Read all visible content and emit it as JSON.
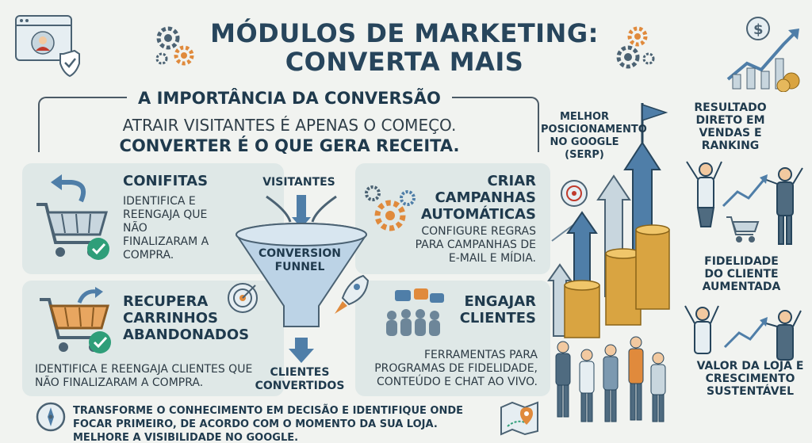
{
  "header": {
    "title_line1": "MÓDULOS DE MARKETING:",
    "title_line2": "CONVERTA MAIS"
  },
  "intro": {
    "heading": "A IMPORTÂNCIA DA CONVERSÃO",
    "line1": "ATRAIR VISITANTES É APENAS O COMEÇO.",
    "line2": "CONVERTER É O QUE GERA RECEITA."
  },
  "cards": {
    "conifitas": {
      "title": "CONIFITAS",
      "desc": "IDENTIFICA E REENGAJA QUE NÃO FINALIZARAM A COMPRA."
    },
    "recupera": {
      "title": "RECUPERA CARRINHOS ABANDONADOS",
      "desc": "IDENTIFICA E REENGAJA CLIENTES QUE NÃO FINALIZARAM A COMPRA."
    },
    "campanhas": {
      "title": "CRIAR CAMPANHAS AUTOMÁTICAS",
      "desc": "CONFIGURE REGRAS PARA CAMPANHAS DE E-MAIL E MÍDIA."
    },
    "engajar": {
      "title": "ENGAJAR CLIENTES",
      "desc": "FERRAMENTAS PARA PROGRAMAS DE FIDELIDADE, CONTEÚDO E CHAT AO VIVO."
    }
  },
  "funnel": {
    "top_label": "VISITANTES",
    "center_label": "CONVERSION FUNNEL",
    "bottom_label": "CLIENTES CONVERTIDOS"
  },
  "footer": {
    "text": "TRANSFORME O CONHECIMENTO EM DECISÃO E IDENTIFIQUE ONDE FOCAR PRIMEIRO, DE ACORDO COM O MOMENTO DA SUA LOJA. MELHORE A VISIBILIDADE NO GOOGLE."
  },
  "results": {
    "seo": "MELHOR POSICIONAMENTO NO GOOGLE (SERP)",
    "sales": "RESULTADO DIRETO EM VENDAS E RANKING",
    "loyalty": "FIDELIDADE DO CLIENTE AUMENTADA",
    "growth": "VALOR DA LOJA E CRESCIMENTO SUSTENTÁVEL"
  },
  "colors": {
    "accent_blue": "#4f7ea8",
    "accent_orange": "#e08a3c",
    "gold": "#d9a441",
    "check_green": "#2f9e79"
  },
  "icons": [
    "browser-window-icon",
    "shield-check-icon",
    "gear-icon",
    "dollar-chart-icon",
    "cart-icon",
    "check-icon",
    "funnel-icon",
    "target-icon",
    "rocket-icon",
    "chat-bubble-icon",
    "people-group-icon",
    "compass-icon",
    "map-pin-icon",
    "flag-icon",
    "coin-stack-icon"
  ]
}
